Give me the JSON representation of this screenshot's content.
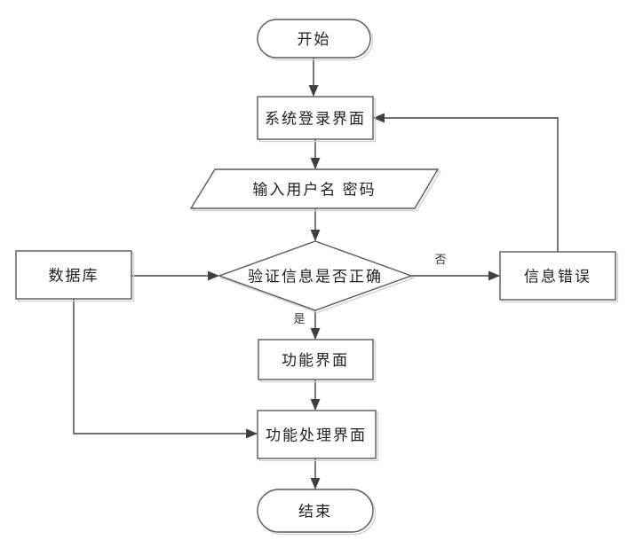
{
  "diagram": {
    "type": "flowchart",
    "background": "#ffffff",
    "colors": {
      "shape_border": "#595959",
      "shape_fill": "#ffffff",
      "shape_shadow": "#d2d2d2",
      "connector": "#404040",
      "text": "#1f1f1f"
    },
    "nodes": [
      {
        "id": "start",
        "shape": "terminator",
        "label": "开始"
      },
      {
        "id": "login-screen",
        "shape": "process",
        "label": "系统登录界面"
      },
      {
        "id": "input-credentials",
        "shape": "data",
        "label": "输入用户名 密码"
      },
      {
        "id": "verify-info",
        "shape": "decision",
        "label": "验证信息是否正确"
      },
      {
        "id": "database",
        "shape": "process",
        "label": "数据库"
      },
      {
        "id": "info-error",
        "shape": "process",
        "label": "信息错误"
      },
      {
        "id": "function-screen",
        "shape": "process",
        "label": "功能界面"
      },
      {
        "id": "function-processing-screen",
        "shape": "process",
        "label": "功能处理界面"
      },
      {
        "id": "end",
        "shape": "terminator",
        "label": "结束"
      }
    ],
    "edge_labels": {
      "yes": "是",
      "no": "否"
    }
  }
}
